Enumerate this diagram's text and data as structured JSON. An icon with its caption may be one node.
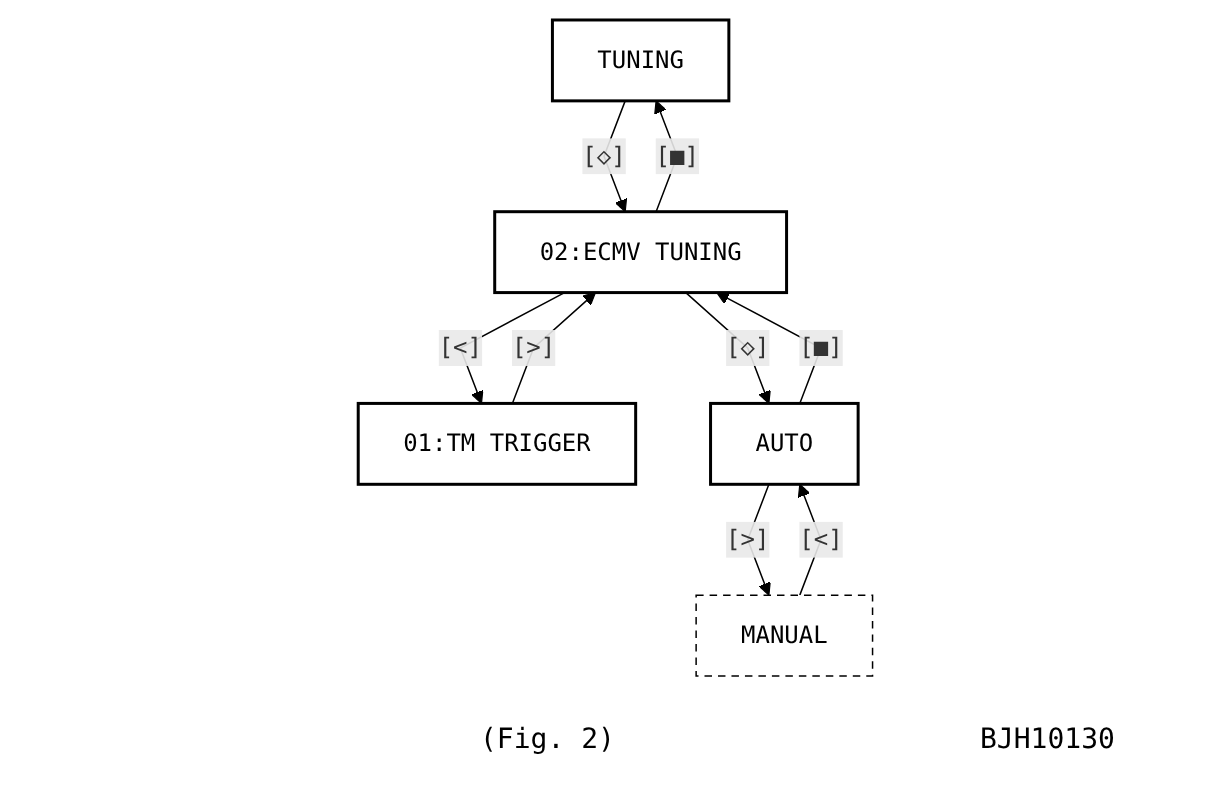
{
  "diagram": {
    "caption": "(Fig. 2)",
    "nodes": [
      {
        "text": [
          "TUNING"
        ]
      },
      {
        "text": [
          "01:TM TRIGGER"
        ]
      },
      {
        "text": [
          "02:ECMV TUNING"
        ]
      },
      {
        "text": [
          "AUTO"
        ]
      },
      {
        "text": [
          "MANUAL"
        ]
      }
    ],
    "edges": [
      {
        "from": 0,
        "to": 2,
        "arrow": "to",
        "label": "[◇]"
      },
      {
        "from": 2,
        "to": 0,
        "arrow": "to",
        "label": "[■]"
      },
      {
        "from": 1,
        "to": 2,
        "arrow": "to",
        "label": "[>]"
      },
      {
        "from": 2,
        "to": 1,
        "arrow": "to",
        "label": "[<]"
      },
      {
        "from": 2,
        "to": 3,
        "arrow": "to",
        "label": "[◇]"
      },
      {
        "from": 3,
        "to": 2,
        "arrow": "to",
        "label": "[■]"
      },
      {
        "from": 3,
        "to": 4,
        "arrow": "to",
        "label": "[>]"
      },
      {
        "from": 4,
        "to": 3,
        "arrow": "to",
        "label": "[<]"
      }
    ],
    "labels": [
      "BJH10130"
    ]
  }
}
